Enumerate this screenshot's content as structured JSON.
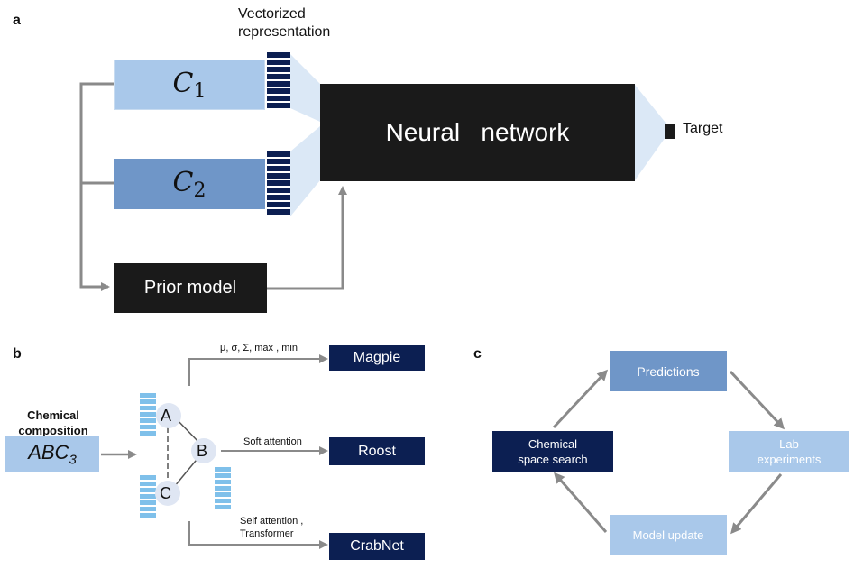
{
  "panel_a": {
    "label": "a",
    "vectorized_label": "Vectorized\nrepresentation",
    "c1": {
      "letter": "C",
      "sub": "1"
    },
    "c2": {
      "letter": "C",
      "sub": "2"
    },
    "neural_network": "Neural   network",
    "target": "Target",
    "prior_model": "Prior model"
  },
  "panel_b": {
    "label": "b",
    "composition_label": "Chemical\ncomposition",
    "formula": {
      "base": "ABC",
      "sub": "3"
    },
    "nodes": [
      "A",
      "B",
      "C"
    ],
    "edge_magpie": "μ, σ, Σ, max , min",
    "edge_roost": "Soft attention",
    "edge_crabnet": "Self attention ,\nTransformer",
    "magpie": "Magpie",
    "roost": "Roost",
    "crabnet": "CrabNet"
  },
  "panel_c": {
    "label": "c",
    "predictions": "Predictions",
    "lab": "Lab\nexperiments",
    "model_update": "Model update",
    "search": "Chemical\nspace search"
  },
  "colors": {
    "light_blue": "#a9c8ea",
    "mid_blue": "#6f96c8",
    "dark_navy": "#0c1f52",
    "black": "#1a1a1a",
    "gray_arrow": "#8a8a8a"
  }
}
